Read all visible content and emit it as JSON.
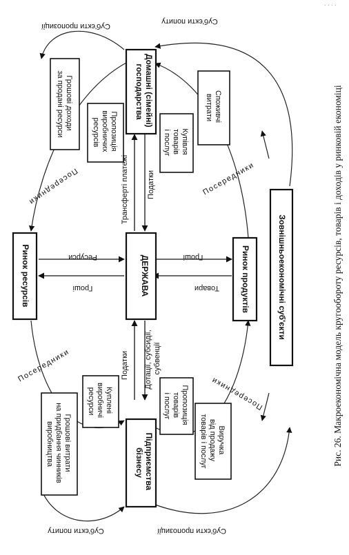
{
  "caption": "Рис. 26. Макроекономічна модель кругообороту ресурсів, товарів і доходів у ринковій економіці",
  "nodes": {
    "households": [
      "Домашні (сімейні)",
      "господарства"
    ],
    "state": "ДЕРЖАВА",
    "resource_market": "Ринок ресурсів",
    "product_market": "Ринок продуктів",
    "business": [
      "Підприємства",
      "бізнесу"
    ],
    "external": "Зовнішньоекономічні суб'єкти"
  },
  "flows": {
    "income_for_resources": [
      "Грошові доходи",
      "за продані ресурси"
    ],
    "supply_resources": [
      "Пропозиція",
      "виробничих",
      "ресурсів"
    ],
    "purchase_goods": [
      "Купівля",
      "товарів",
      "і послуг"
    ],
    "consumer_spending": [
      "Споживчі",
      "витрати"
    ],
    "costs_factors": [
      "Грошові витрати",
      "на придбання чинників",
      "виробництва"
    ],
    "bought_resources": [
      "Куплені",
      "виробничі",
      "ресурси"
    ],
    "supply_goods": [
      "Пропозиція",
      "товарів",
      "і послуг"
    ],
    "revenue_sales": [
      "Виручка",
      "від продажу",
      "товарів і послуг"
    ]
  },
  "labels": {
    "demand_subjects": "Суб'єкти попиту",
    "supply_subjects": "Суб'єкти пропозиції",
    "intermediaries": "Посередники",
    "transfer_payments": "Трансферті платежі",
    "taxes": "Податки",
    "subsidies": "Дотації, субсидії,",
    "subventions": "субвенції",
    "resources": "Ресурси",
    "money": "Гроші",
    "goods": "Товари"
  }
}
